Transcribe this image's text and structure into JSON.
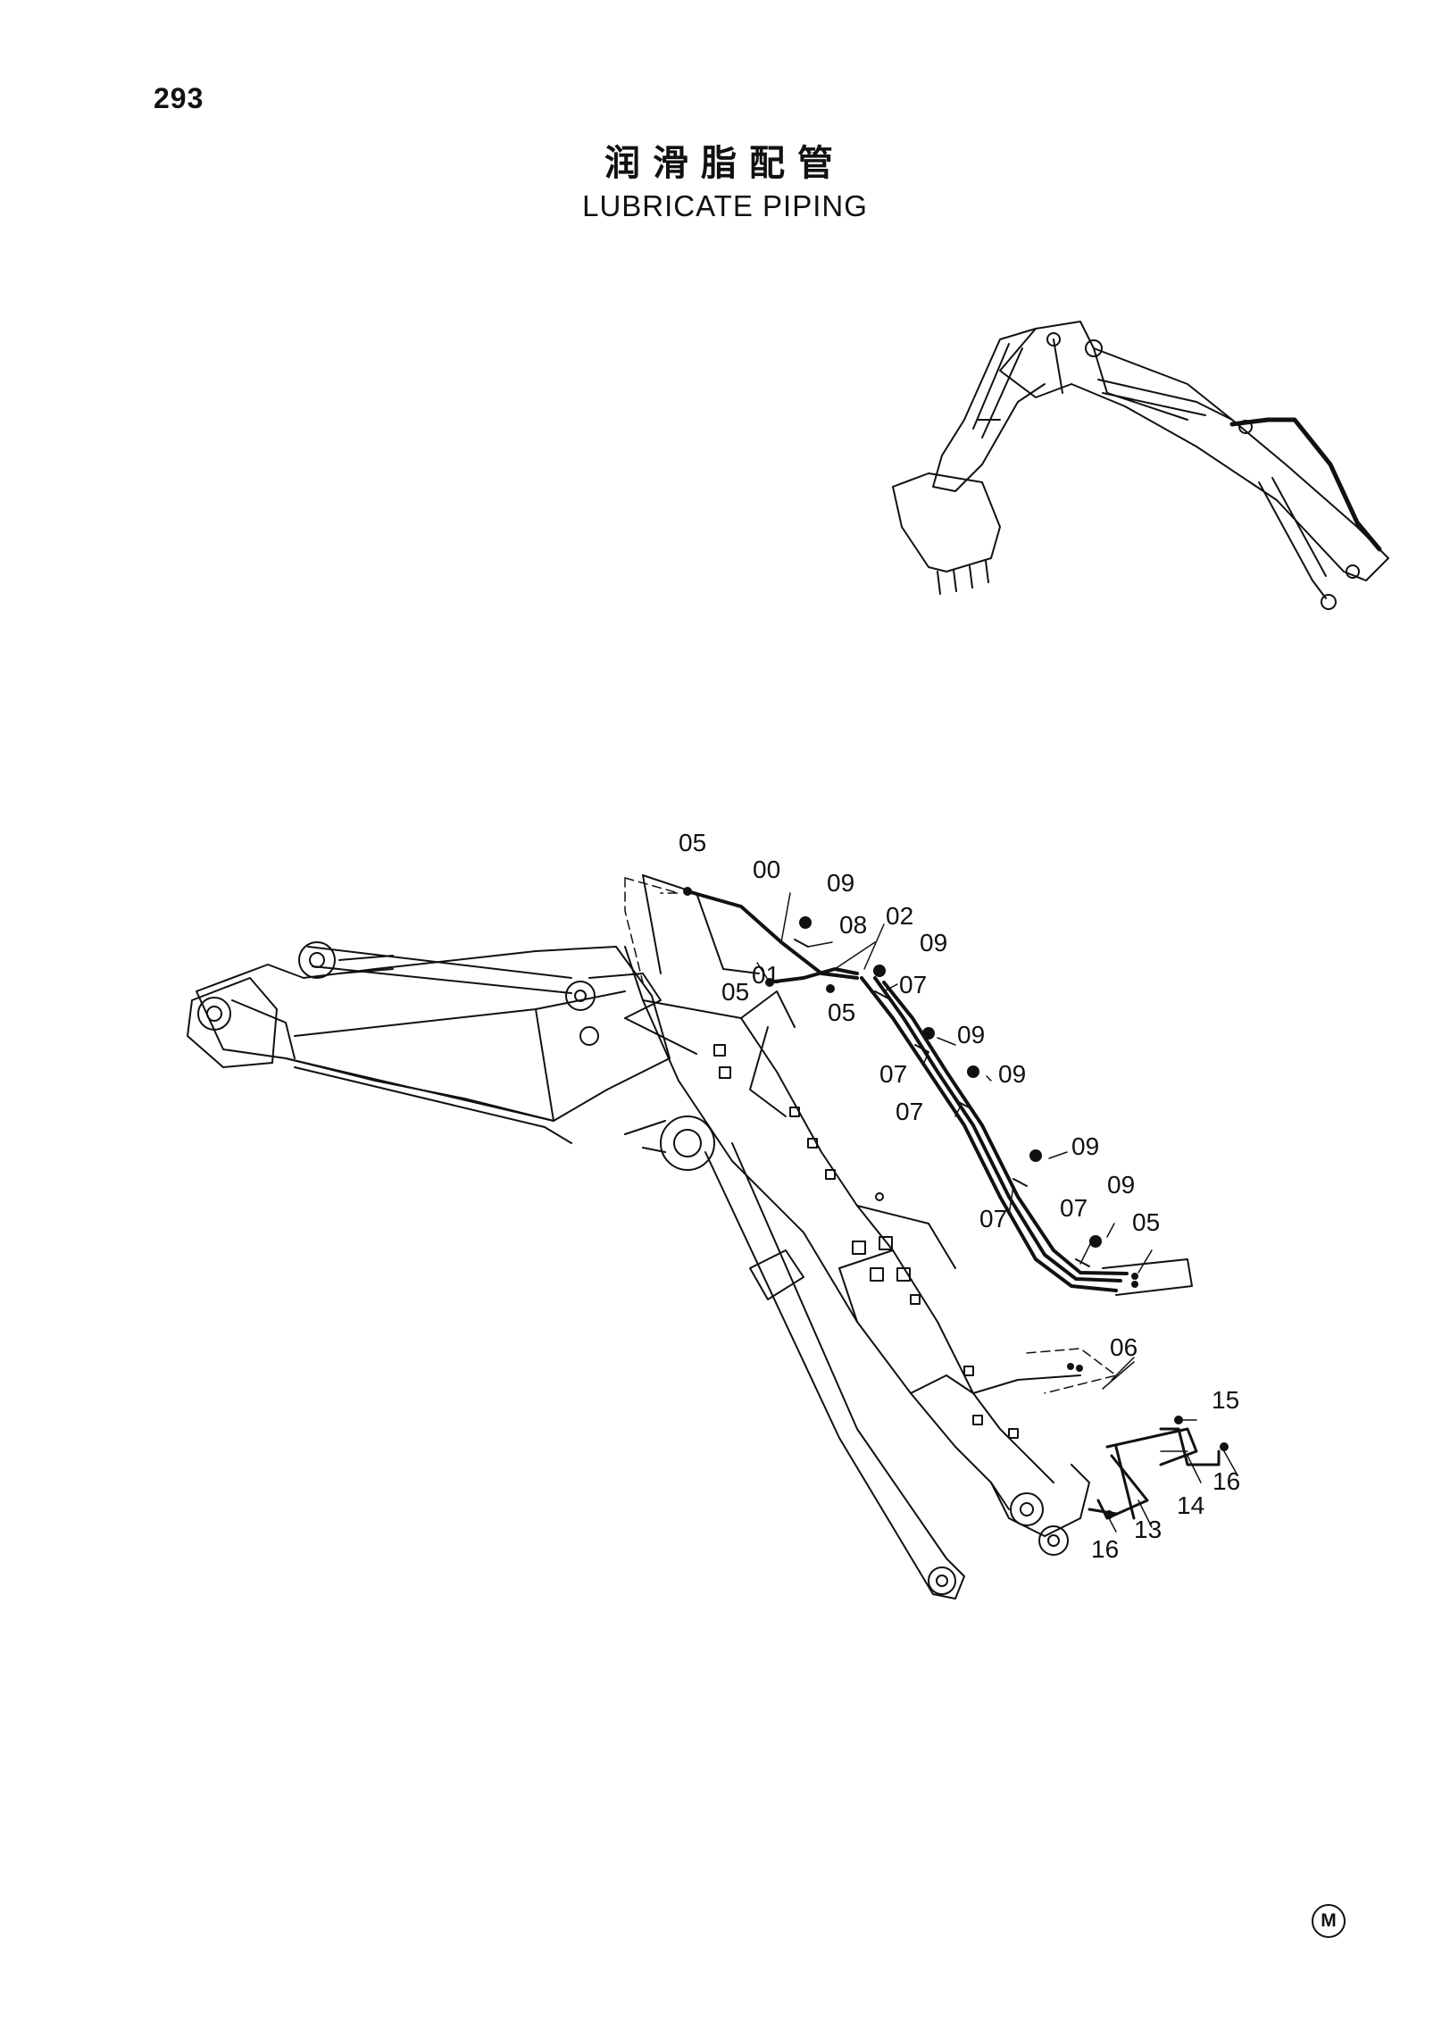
{
  "page": {
    "number": "293",
    "title_cn": "润滑脂配管",
    "title_en": "LUBRICATE PIPING",
    "corner_mark": "M"
  },
  "callouts": {
    "c05a": "05",
    "c00": "00",
    "c09a": "09",
    "c08": "08",
    "c02": "02",
    "c09b": "09",
    "c01": "01",
    "c05b": "05",
    "c07a": "07",
    "c05c": "05",
    "c09c": "09",
    "c07b": "07",
    "c09d": "09",
    "c07c": "07",
    "c09e": "09",
    "c09f": "09",
    "c07d": "07",
    "c07e": "07",
    "c05d": "05",
    "c06": "06",
    "c15": "15",
    "c16a": "16",
    "c14": "14",
    "c13": "13",
    "c16b": "16"
  },
  "icons": [
    "excavator-overview",
    "boom-assembly",
    "grease-pipe",
    "bolt",
    "clamp",
    "grease-fitting"
  ]
}
